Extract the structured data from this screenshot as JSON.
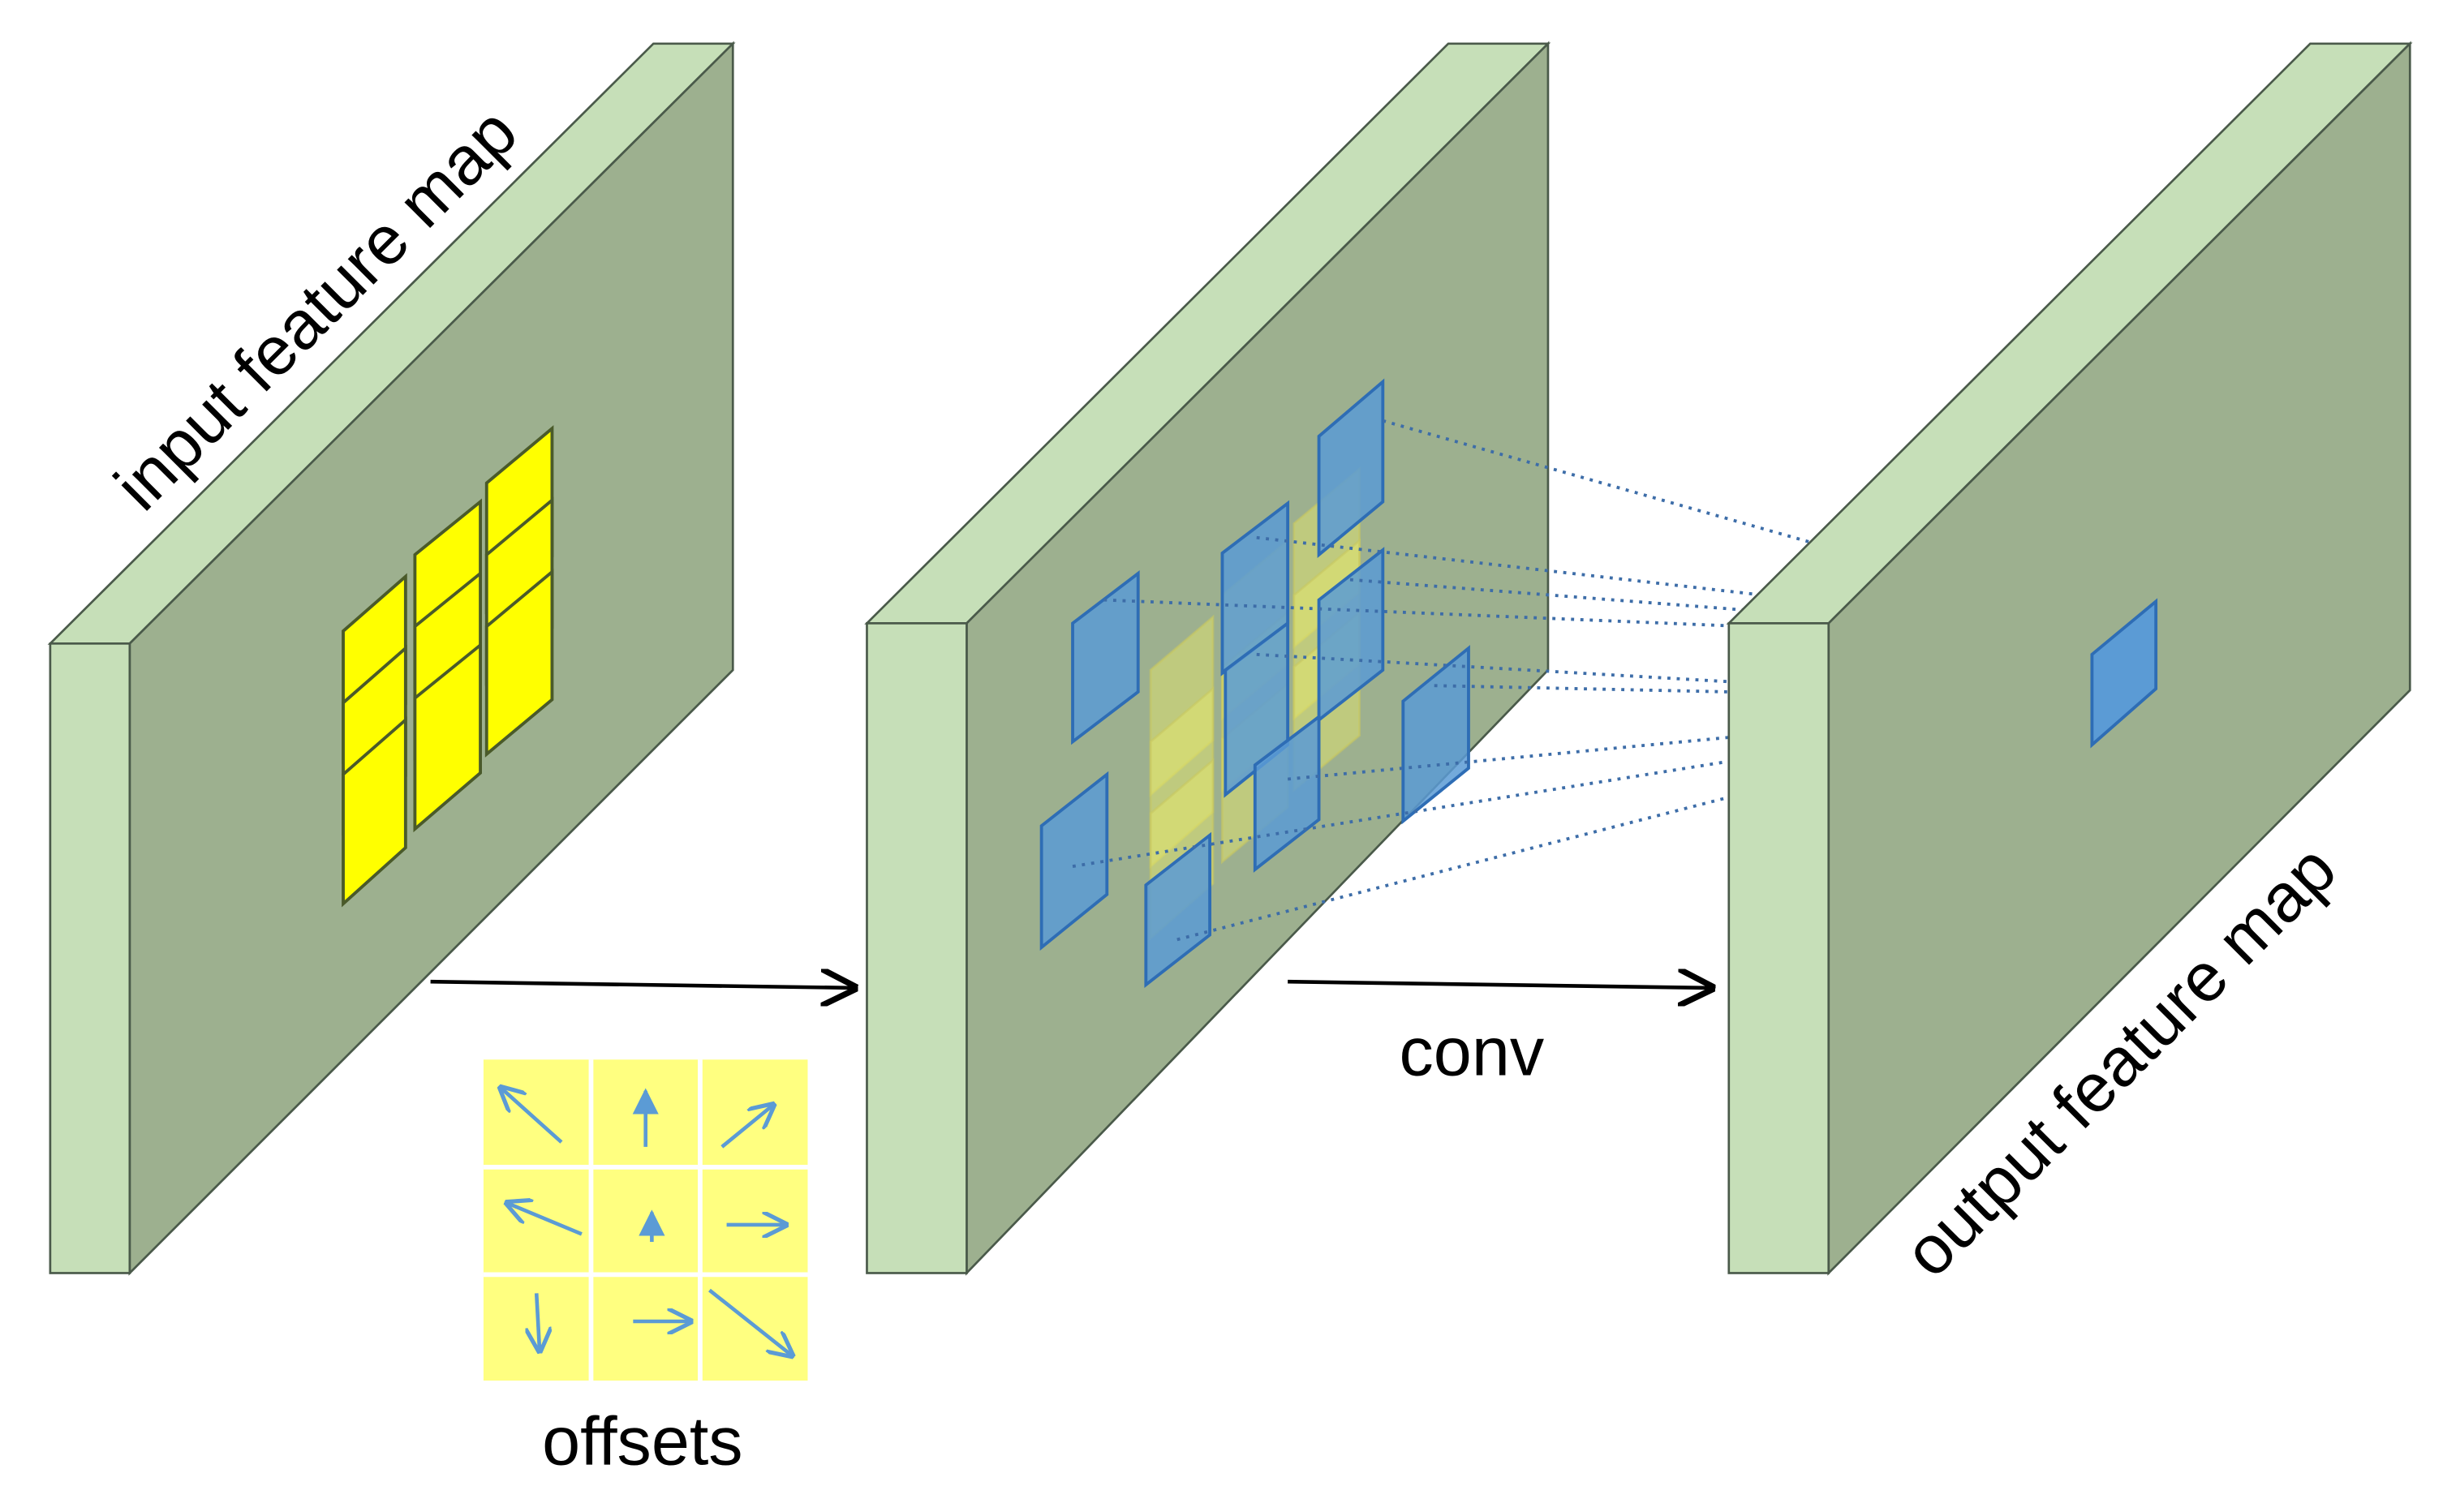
{
  "labels": {
    "input": "input feature map",
    "output": "output feature map",
    "conv": "conv",
    "offsets": "offsets"
  },
  "colors": {
    "map_front": "#9db08f",
    "map_side": "#c6dfb8",
    "map_top": "#c6dfb8",
    "map_edge": "#4a5a4a",
    "kernel_yellow": "#ffff00",
    "kernel_yellow_edge": "#4a5a2a",
    "faded_yellow": "#e9ea6a",
    "sample_blue": "#5b9bd5",
    "sample_blue_edge": "#2e6db5",
    "dotted_line": "#3d6da8",
    "offset_bg": "#ffff80",
    "offset_arrow": "#5b9bd5",
    "arrow_black": "#000000"
  },
  "offset_grid": [
    [
      "up-left-arrow",
      "up-arrow",
      "up-right-arrow"
    ],
    [
      "left-arrow",
      "small-up-arrow",
      "right-arrow"
    ],
    [
      "down-arrow",
      "right-arrow",
      "down-right-arrow"
    ]
  ]
}
